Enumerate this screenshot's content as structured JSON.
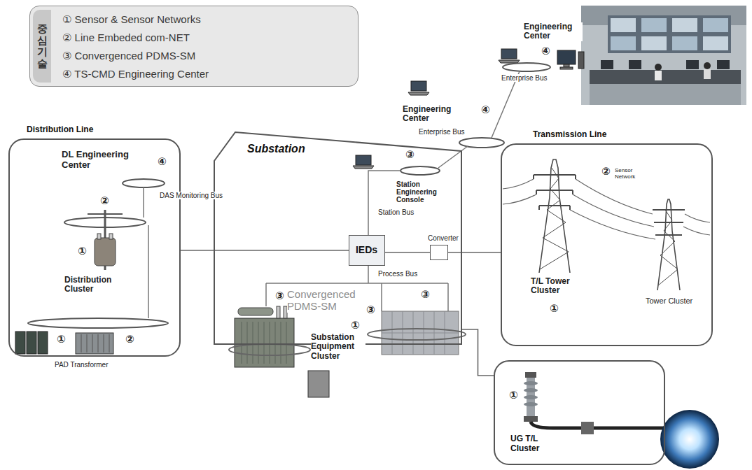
{
  "diagram": {
    "nodes": [
      {
        "text": [
          "① Sensor & Sensor Networks",
          "② Line Embeded com-NET",
          "③ Convergenced PDMS-SM",
          "④ TS-CMD Engineering Center"
        ]
      },
      {
        "text": [
          "중심기술"
        ],
        "in": 0
      },
      {
        "text": [
          "Distribution Line"
        ]
      },
      {
        "text": [
          "Substation"
        ]
      },
      {
        "text": [
          "IEDs"
        ],
        "in": 3
      },
      {
        "text": [
          "Converter"
        ],
        "in": 3
      },
      {
        "text": [
          "Transmission Line"
        ]
      },
      {
        "text": [
          "UG T/L Cluster"
        ]
      }
    ],
    "edges": [
      {
        "from": 2,
        "to": 4,
        "arrow": "none"
      },
      {
        "from": 4,
        "to": 5,
        "arrow": "none"
      },
      {
        "from": 5,
        "to": 6,
        "arrow": "none"
      },
      {
        "from": 3,
        "to": 7,
        "arrow": "none"
      }
    ],
    "labels": [
      "DL Engineering Center",
      "④",
      "DAS Monitoring Bus",
      "②",
      "①",
      "Distribution Cluster",
      "①",
      "②",
      "PAD Transformer",
      "③",
      "Station Engineering Console",
      "Station Bus",
      "Process Bus",
      "③",
      "Convergenced PDMS-SM",
      "③",
      "③",
      "①",
      "Substation Equipment Cluster",
      "Engineering Center",
      "④",
      "Enterprise Bus",
      "Engineering Center",
      "④",
      "Enterprise Bus",
      "②",
      "Sensor Network",
      "T/L Tower Cluster",
      "①",
      "Tower Cluster",
      "①"
    ]
  }
}
